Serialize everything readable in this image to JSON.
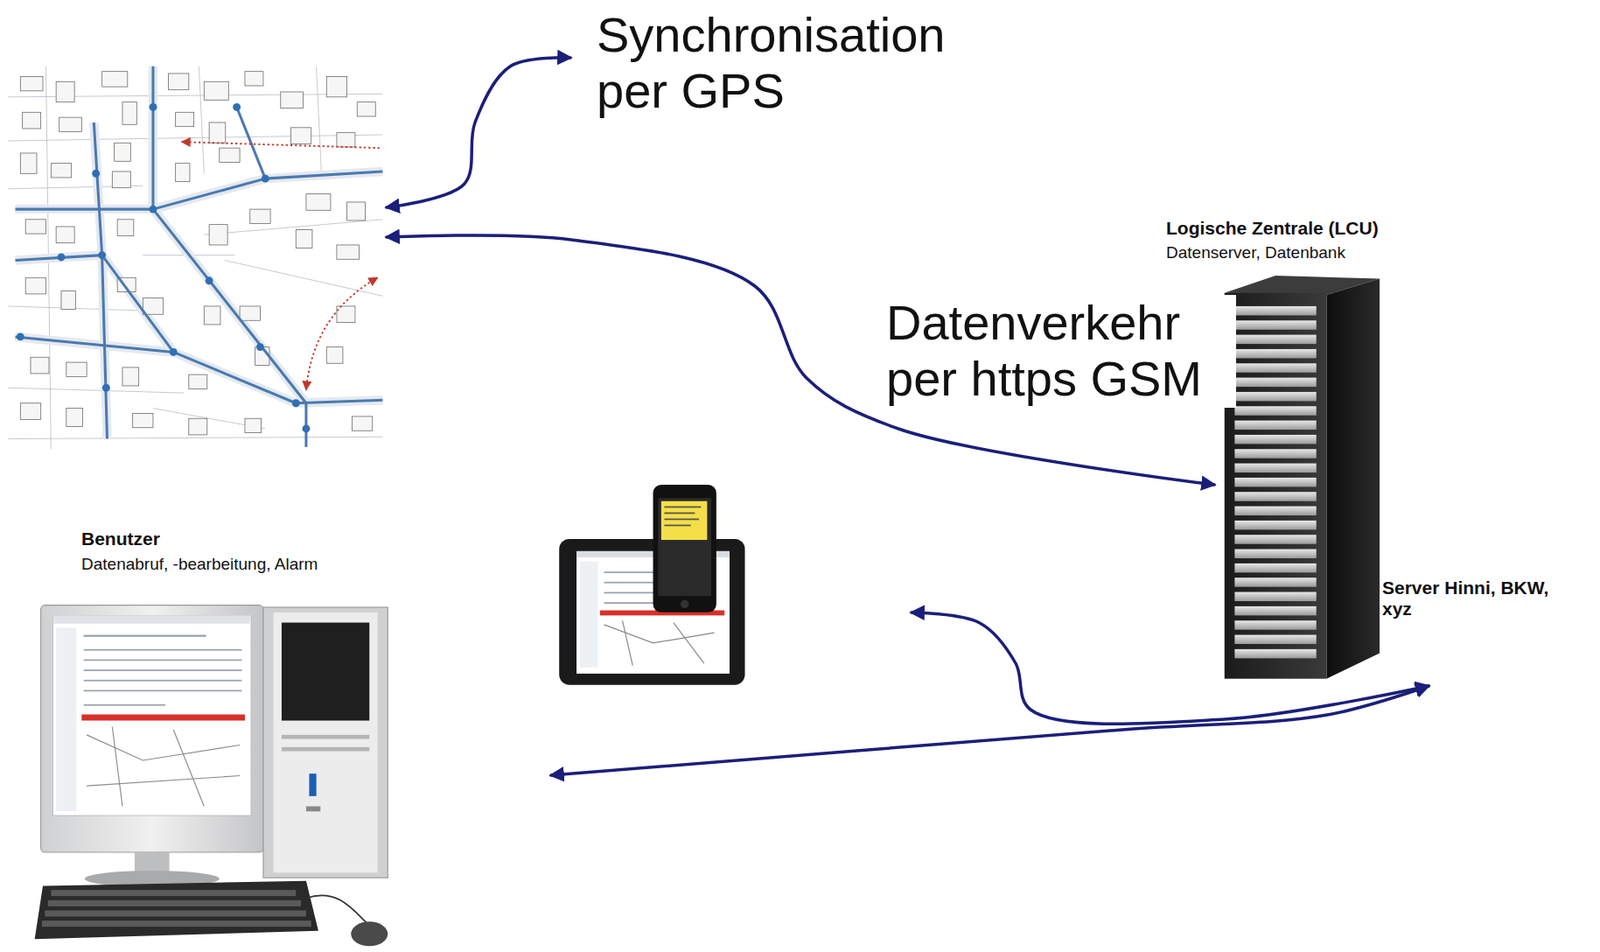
{
  "diagram": {
    "nodes": [
      {
        "text": []
      },
      {
        "text": [
          "Synchronisation per GPS"
        ]
      },
      {
        "text": [
          "Logische Zentrale (LCU)",
          "Datenserver, Datenbank",
          "Server Hinni, BKW, xyz"
        ]
      },
      {
        "text": []
      },
      {
        "text": [
          "Benutzer",
          "Datenabruf, -bearbeitung, Alarm"
        ]
      }
    ],
    "edges": [
      {
        "from": 0,
        "to": 1,
        "arrow": "both"
      },
      {
        "from": 0,
        "to": 2,
        "label": "Datenverkehr per https GSM",
        "arrow": "both"
      },
      {
        "from": 2,
        "to": 3,
        "arrow": "both"
      },
      {
        "from": 2,
        "to": 4,
        "arrow": "both"
      }
    ]
  }
}
